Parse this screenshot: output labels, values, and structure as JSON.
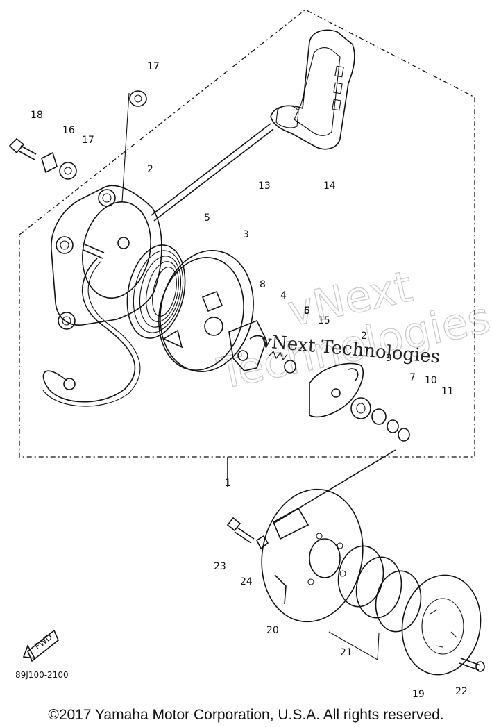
{
  "callouts": [
    "1",
    "2",
    "3",
    "4",
    "5",
    "6",
    "7",
    "8",
    "9",
    "10",
    "11",
    "13",
    "14",
    "15",
    "16",
    "17",
    "18",
    "19",
    "20",
    "21",
    "22",
    "23",
    "24"
  ],
  "callout_17b": "17",
  "callout_2b": "2",
  "callout_5b": "5",
  "fwd_label": "FWD",
  "diagram_code": "89J100-2100",
  "watermark": {
    "large_line1": "vNext",
    "large_line2": "Technologies",
    "small": "vNext Technologies"
  },
  "copyright": "©2017 Yamaha Motor Corporation, U.S.A. All rights reserved."
}
